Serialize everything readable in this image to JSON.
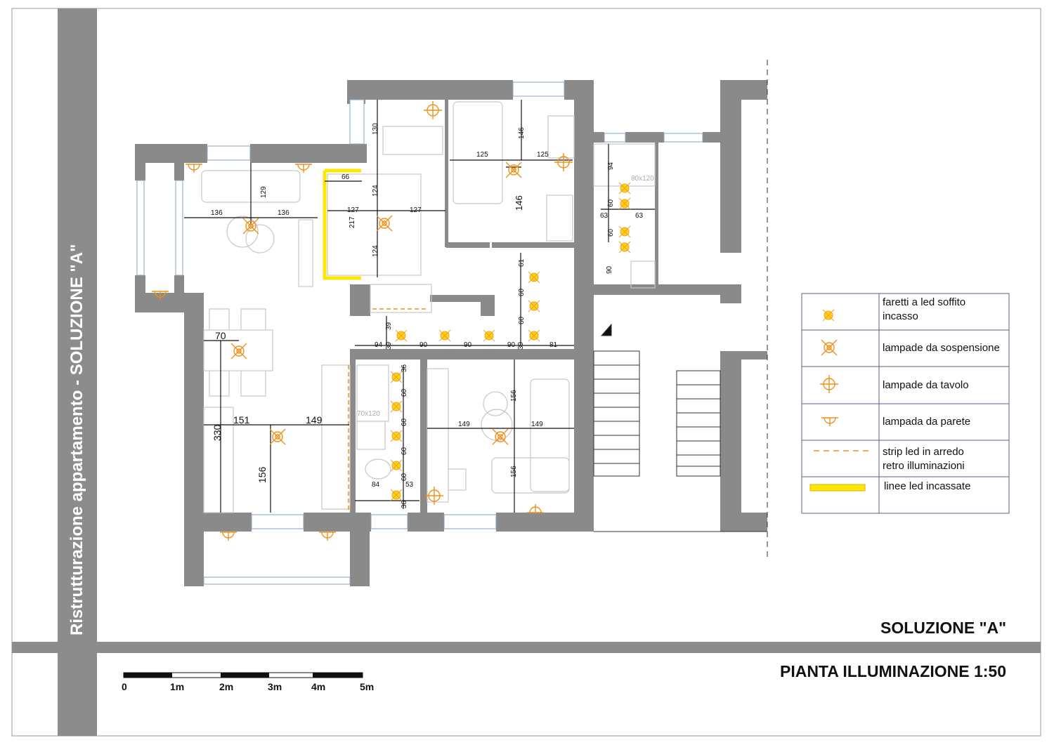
{
  "side_title": "Ristrutturazione appartamento - SOLUZIONE \"A\"",
  "solution_title": "SOLUZIONE \"A\"",
  "plan_title": "PIANTA ILLUMINAZIONE 1:50",
  "scale_bar": {
    "labels": [
      "0",
      "1m",
      "2m",
      "3m",
      "4m",
      "5m"
    ]
  },
  "legend": [
    {
      "icon": "recessed-led-spot-icon",
      "label_lines": [
        "faretti a led soffito",
        "incasso"
      ]
    },
    {
      "icon": "pendant-lamp-icon",
      "label_lines": [
        "lampade da sospensione"
      ]
    },
    {
      "icon": "table-lamp-icon",
      "label_lines": [
        "lampade da tavolo"
      ]
    },
    {
      "icon": "wall-lamp-icon",
      "label_lines": [
        "lampada da parete"
      ]
    },
    {
      "icon": "led-strip-dashed-icon",
      "label_lines": [
        "strip led in arredo",
        "retro illuminazioni"
      ]
    },
    {
      "icon": "recessed-led-line-icon",
      "label_lines": [
        "linee led incassate"
      ]
    }
  ],
  "room_labels": [
    "80x120",
    "70x120"
  ],
  "dimensions": [
    "136",
    "136",
    "129",
    "66",
    "127",
    "127",
    "217",
    "124",
    "124",
    "130",
    "146",
    "125",
    "125",
    "146",
    "94",
    "63",
    "63",
    "60",
    "60",
    "90",
    "61",
    "60",
    "60",
    "39",
    "94",
    "90",
    "90",
    "90",
    "39",
    "39",
    "81",
    "70",
    "151",
    "149",
    "330",
    "156",
    "36",
    "60",
    "60",
    "60",
    "60",
    "36",
    "84",
    "53",
    "149",
    "149",
    "156",
    "156"
  ],
  "colors": {
    "wall": "#8a8a8a",
    "lamp": "#f0901a",
    "led_line": "#ffe600",
    "legend_border": "#6b5a8a"
  }
}
